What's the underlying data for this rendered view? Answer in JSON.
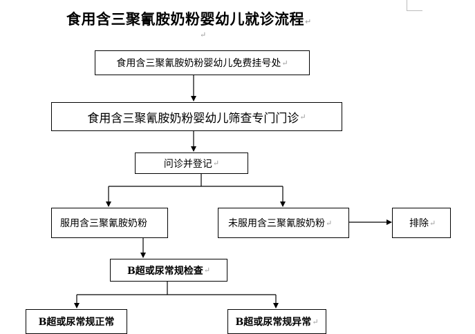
{
  "title": "食用含三聚氰胺奶粉婴幼儿就诊流程",
  "paragraph_mark": "↵",
  "nodes": {
    "registration": "食用含三聚氰胺奶粉婴幼儿免费挂号处",
    "screening_clinic": "食用含三聚氰胺奶粉婴幼儿筛查专门门诊",
    "consult_register": "问诊并登记",
    "consumed": "服用含三聚氰胺奶粉",
    "not_consumed": "未服用含三聚氰胺奶粉",
    "exclude": "排除",
    "exam": "B超或尿常规检查",
    "normal": "B超或尿常规正常",
    "abnormal": "B超或尿常规异常"
  }
}
